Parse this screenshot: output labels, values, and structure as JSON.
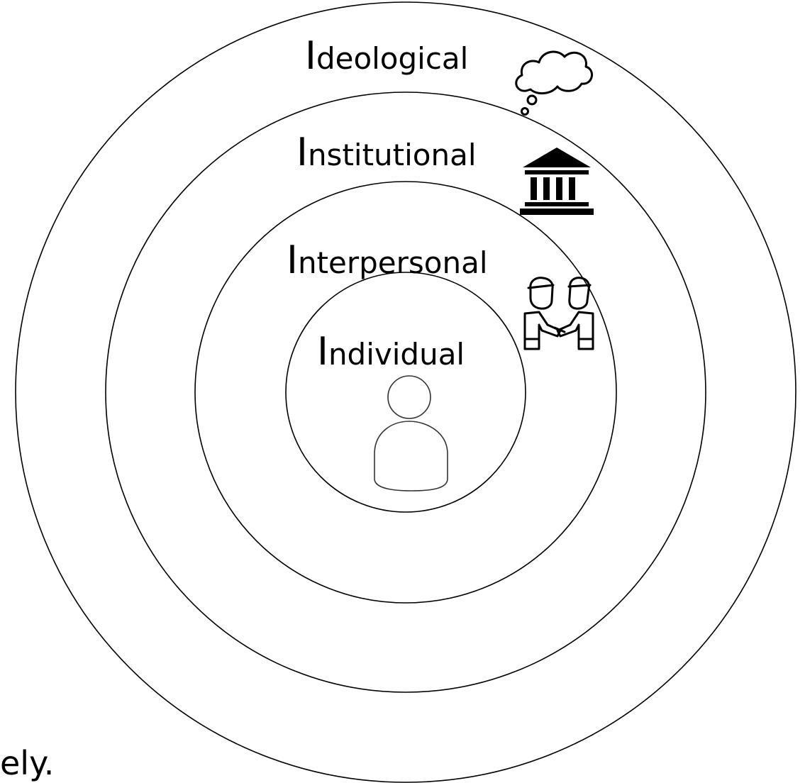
{
  "levels": [
    {
      "id": "ideological",
      "initial": "I",
      "rest": "deological",
      "icon": "thought-cloud-icon"
    },
    {
      "id": "institutional",
      "initial": "I",
      "rest": "nstitutional",
      "icon": "institution-building-icon"
    },
    {
      "id": "interpersonal",
      "initial": "I",
      "rest": "nterpersonal",
      "icon": "handshake-people-icon"
    },
    {
      "id": "individual",
      "initial": "I",
      "rest": "ndividual",
      "icon": "person-icon"
    }
  ],
  "fragment_text": "ely.",
  "colors": {
    "stroke": "#000000",
    "background": "#ffffff",
    "person_icon_stroke": "#333333"
  }
}
